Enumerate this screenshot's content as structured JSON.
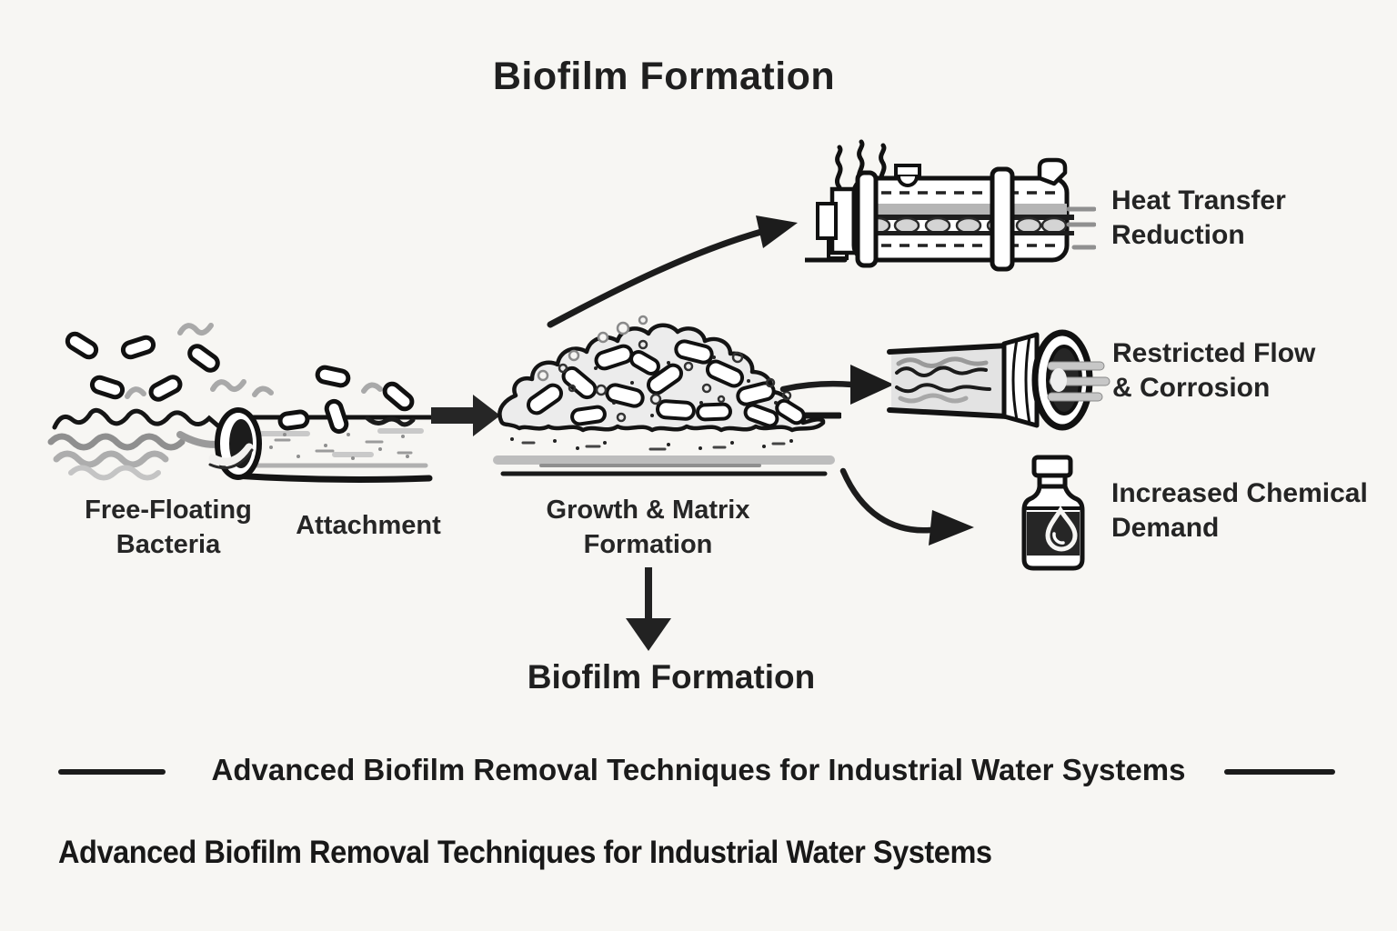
{
  "title": "Biofilm Formation",
  "stages": [
    {
      "id": "free-floating-bacteria",
      "lines": [
        "Free-Floating",
        "Bacteria"
      ],
      "icon": "bacteria-in-water-illustration"
    },
    {
      "id": "attachment",
      "lines": [
        "Attachment"
      ],
      "icon": "attachment-pipe-illustration"
    },
    {
      "id": "growth-matrix",
      "lines": [
        "Growth & Matrix",
        "Formation"
      ],
      "icon": "biofilm-mound-illustration"
    }
  ],
  "effects": [
    {
      "id": "heat-transfer-reduction",
      "lines": [
        "Heat Transfer",
        "Reduction"
      ],
      "icon": "heat-exchanger-illustration"
    },
    {
      "id": "restricted-flow-corrosion",
      "lines": [
        "Restricted Flow",
        "& Corrosion"
      ],
      "icon": "fouled-pipe-illustration"
    },
    {
      "id": "increased-chemical-demand",
      "lines": [
        "Increased Chemical",
        "Demand"
      ],
      "icon": "chemical-bottle-icon"
    }
  ],
  "result_label": "Biofilm Formation",
  "banner_title": "Advanced Biofilm Removal Techniques for Industrial Water Systems",
  "footer_title": "Advanced Biofilm Removal Techniques for Industrial Water Systems",
  "colors": {
    "ink": "#1c1c1c",
    "gray": "#9e9e9e",
    "light_gray": "#d6d6d6",
    "background": "#f7f6f3"
  }
}
